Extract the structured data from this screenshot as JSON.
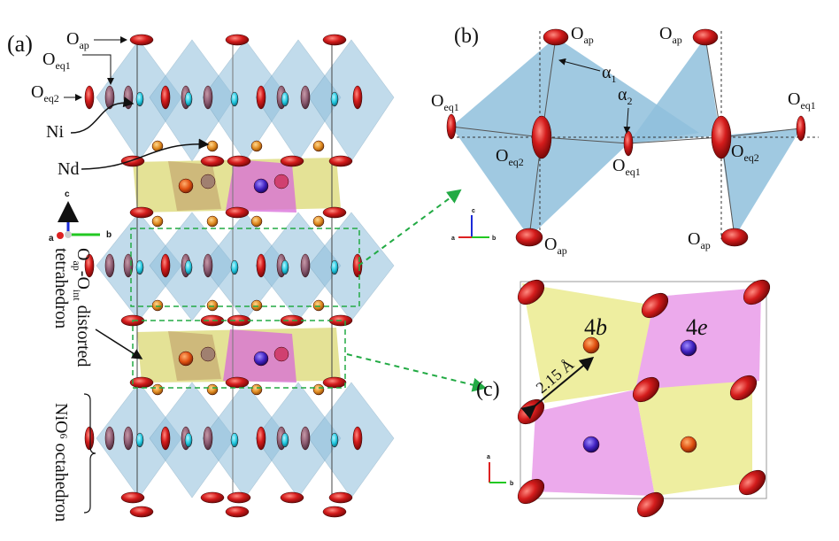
{
  "panels": {
    "a": {
      "label": "(a)",
      "atoms": {
        "O": "O",
        "ap": "ap",
        "eq1": "eq1",
        "eq2": "eq2",
        "Ni": "Ni",
        "Nd": "Nd"
      },
      "tetra_label": {
        "O1": "O",
        "sub1": "ap",
        "dash": "-O",
        "sub2": "int",
        "rest": " distorted",
        "line2": "tetrahedron"
      },
      "octa_label": {
        "pre": "NiO",
        "sub": "6",
        "rest": " octahedron"
      },
      "axes": {
        "c": "c",
        "a": "a",
        "b": "b"
      }
    },
    "b": {
      "label": "(b)",
      "O": "O",
      "ap": "ap",
      "eq1": "eq1",
      "eq2": "eq2",
      "alpha": "α",
      "alpha1_sub": "1",
      "alpha2_sub": "2",
      "axes": {
        "c": "c",
        "a": "a",
        "b": "b"
      }
    },
    "c": {
      "label": "(c)",
      "site_4b": {
        "num": "4",
        "letter": "b"
      },
      "site_4e": {
        "num": "4",
        "letter": "e"
      },
      "distance": "2.15 Å",
      "axes": {
        "a": "a",
        "b": "b"
      }
    }
  },
  "colors": {
    "octa": "#8fbfdc",
    "tetra_yellow": "#d9d56a",
    "tetra_pink": "#d86ad8",
    "oxygen": "#d42020",
    "ni": "#30d0e8",
    "nd": "#e89a30",
    "guide": "#22aa44"
  }
}
